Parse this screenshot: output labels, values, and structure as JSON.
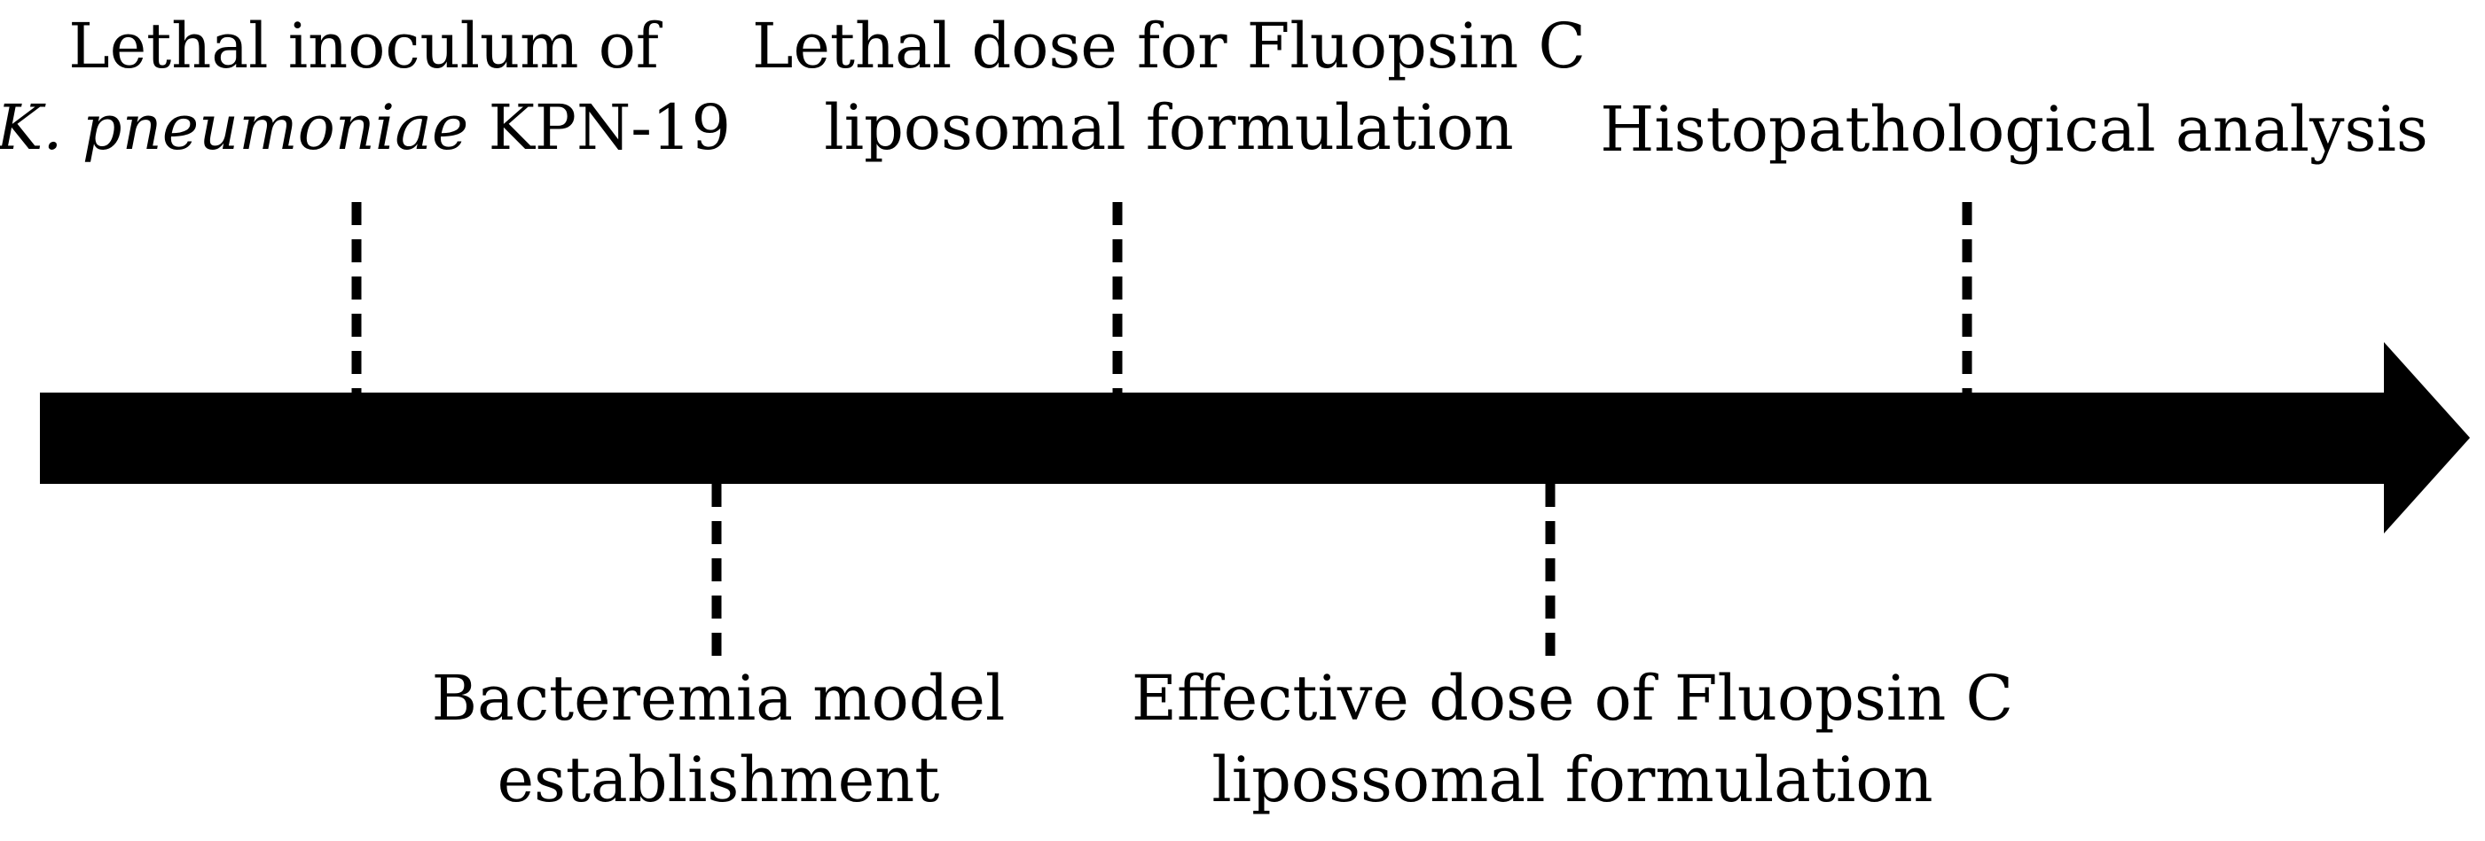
{
  "timeline": {
    "arrow_color": "#000000",
    "events": [
      {
        "id": "lethal-inoculum",
        "side": "top",
        "lines": [
          {
            "text": "Lethal inoculum of"
          },
          {
            "italic": "K. pneumoniae",
            "text": " KPN-19"
          }
        ]
      },
      {
        "id": "bacteremia",
        "side": "bottom",
        "lines": [
          {
            "text": "Bacteremia model"
          },
          {
            "text": "establishment"
          }
        ]
      },
      {
        "id": "lethal-dose",
        "side": "top",
        "lines": [
          {
            "text": "Lethal dose for Fluopsin C"
          },
          {
            "text": "liposomal formulation"
          }
        ]
      },
      {
        "id": "effective-dose",
        "side": "bottom",
        "lines": [
          {
            "text": "Effective dose of Fluopsin C"
          },
          {
            "text": "lipossomal formulation"
          }
        ]
      },
      {
        "id": "histopathology",
        "side": "top",
        "lines": [
          {
            "text": "Histopathological analysis"
          }
        ]
      }
    ]
  }
}
